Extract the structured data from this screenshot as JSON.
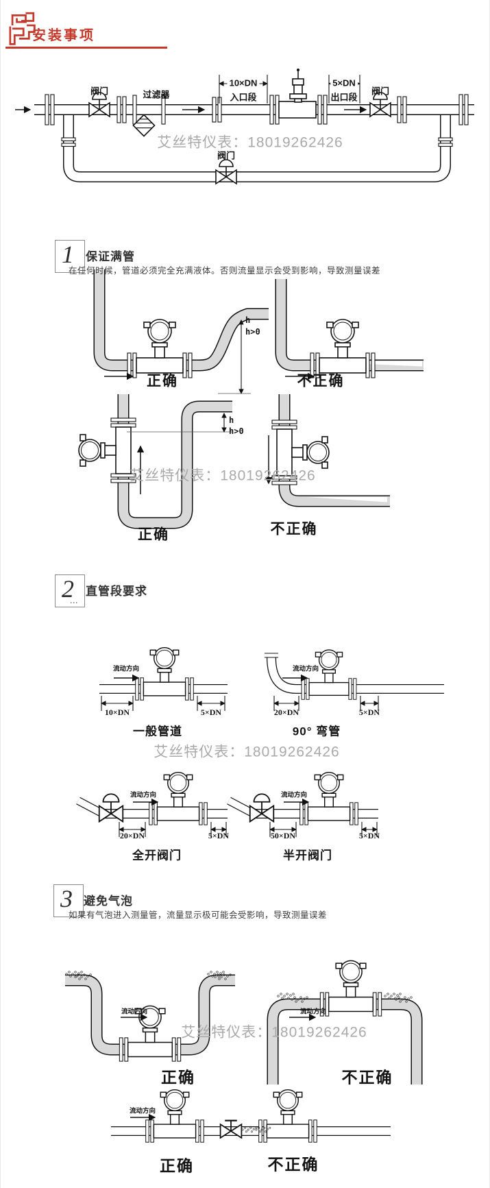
{
  "header": {
    "title": "安装事项"
  },
  "watermark": "艾丝特仪表：18019262426",
  "top_diagram": {
    "valve": "阀门",
    "filter": "过滤器",
    "inlet_dim": "10×DN",
    "inlet_label": "入口段",
    "outlet_dim": "5×DN",
    "outlet_label": "出口段"
  },
  "labels": {
    "correct": "正确",
    "incorrect": "不正确",
    "flow": "流动方向",
    "h": "h",
    "h_gt0": "h>0"
  },
  "sections": [
    {
      "num": "1",
      "title": "保证满管",
      "desc": "在任何时候，管道必须完全充满液体。否则流量显示会受到影响，导致测量误差"
    },
    {
      "num": "2",
      "title": "直管段要求",
      "desc": "..."
    },
    {
      "num": "3",
      "title": "避免气泡",
      "desc": "如果有气泡进入测量管，流量显示极可能会受影响，导致测量误差"
    }
  ],
  "straight_runs": {
    "general": {
      "name": "一般管道",
      "inlet": "10×DN",
      "outlet": "5×DN"
    },
    "elbow": {
      "name": "90° 弯管",
      "inlet": "20×DN",
      "outlet": "5×DN"
    },
    "valve_open": {
      "name": "全开阀门",
      "inlet": "20×DN",
      "outlet": "5×DN"
    },
    "valve_half": {
      "name": "半开阀门",
      "inlet": "50×DN",
      "outlet": "5×DN"
    }
  }
}
